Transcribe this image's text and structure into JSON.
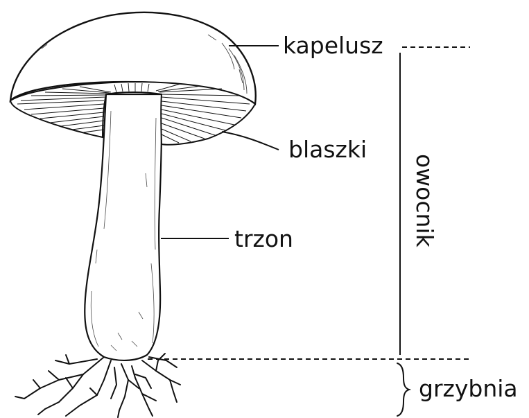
{
  "labels": {
    "cap": "kapelusz",
    "gills": "blaszki",
    "stem": "trzon",
    "fruiting_body": "owocnik",
    "mycelium": "grzybnia"
  },
  "colors": {
    "ink": "#111111",
    "paper": "#ffffff"
  }
}
